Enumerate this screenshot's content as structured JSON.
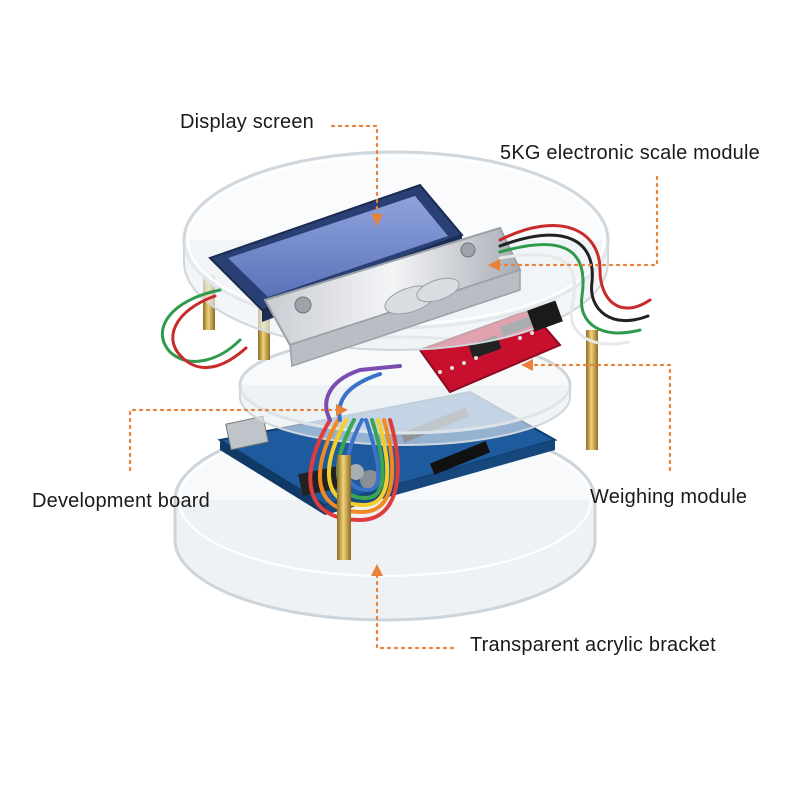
{
  "labels": {
    "display_screen": "Display screen",
    "scale_module": "5KG electronic scale module",
    "development_board": "Development board",
    "weighing_module": "Weighing module",
    "acrylic_bracket": "Transparent acrylic bracket"
  },
  "colors": {
    "leader": "#e8823a",
    "text": "#1a1a1a",
    "lcd": "#6f86c8",
    "board": "#1d5a9e",
    "hx711": "#c8102e",
    "brass": "#c9a54a",
    "acrylic_edge": "#d7dde3"
  }
}
